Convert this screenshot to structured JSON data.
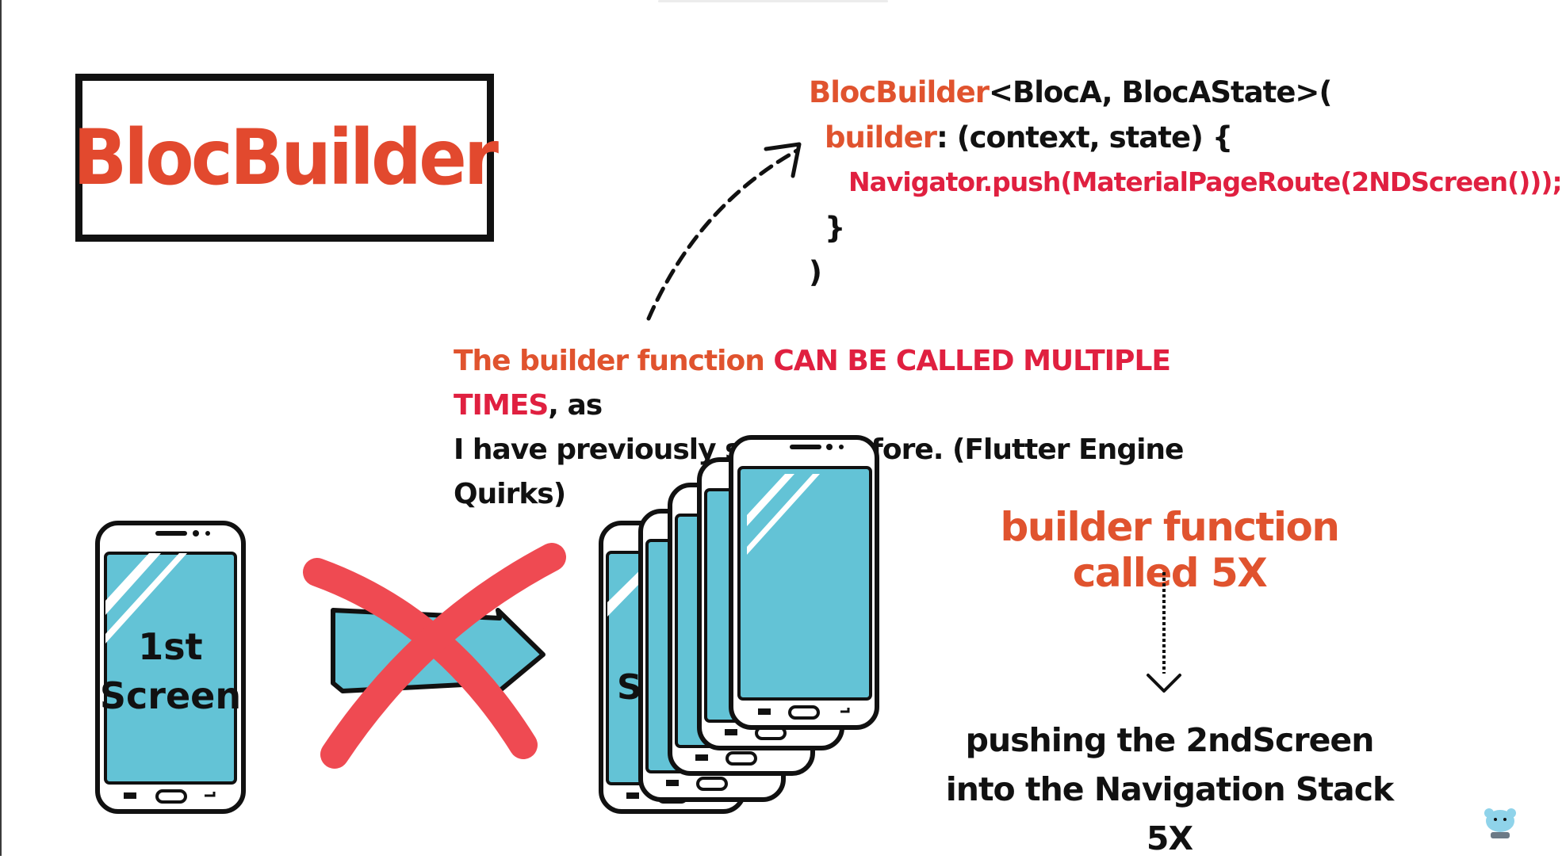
{
  "title": "BlocBuilder",
  "code": {
    "line1": {
      "widget": "BlocBuilder",
      "generics": "<BlocA, BlocAState>("
    },
    "line2": {
      "param": "builder",
      "rest": ": (context, state) {"
    },
    "line3": "Navigator.push(MaterialPageRoute(2NDScreen()));",
    "line4": "}",
    "line5": ")"
  },
  "caption": {
    "part1": "The builder function ",
    "emphasis": "CAN BE CALLED MULTIPLE TIMES",
    "part2": ", as",
    "line2": "I have previously stated before. (Flutter Engine Quirks)"
  },
  "phone1_label": "1st Screen",
  "stack_label_partial": "S",
  "called_label": "builder function called 5X",
  "push_text": {
    "line1": "pushing the 2ndScreen",
    "line2": "into the Navigation Stack 5X"
  },
  "colors": {
    "accent_orange": "#e0532e",
    "accent_red": "#e02040",
    "cross_red": "#ef4a52",
    "screen_blue": "#63c3d6",
    "ink": "#111111"
  },
  "icons": [
    "dashed-curved-arrow-icon",
    "red-cross-icon",
    "right-arrow-icon",
    "down-arrow-icon",
    "mascot-icon"
  ]
}
